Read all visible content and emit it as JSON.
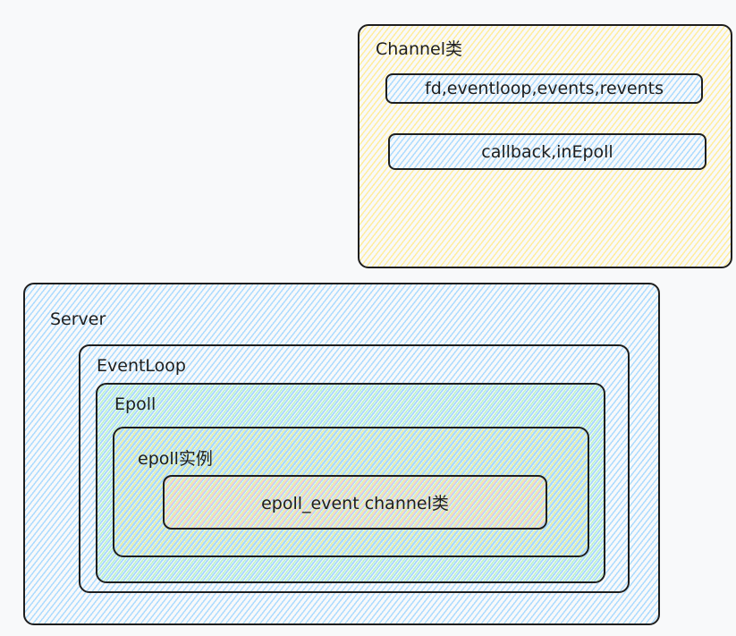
{
  "channel": {
    "title": "Channel类",
    "field1": "fd,eventloop,events,revents",
    "field2": "callback,inEpoll"
  },
  "server": {
    "title": "Server",
    "eventloop": {
      "title": "EventLoop",
      "epoll": {
        "title": "Epoll",
        "instance": {
          "title": "epoll实例",
          "event": "epoll_event channel类"
        }
      }
    }
  },
  "colors": {
    "stroke": "#1e1e1e",
    "yellow": "#ffec99",
    "blue": "#a5d8ff",
    "green": "#b2f2bb",
    "pink": "#ffc9c9"
  }
}
